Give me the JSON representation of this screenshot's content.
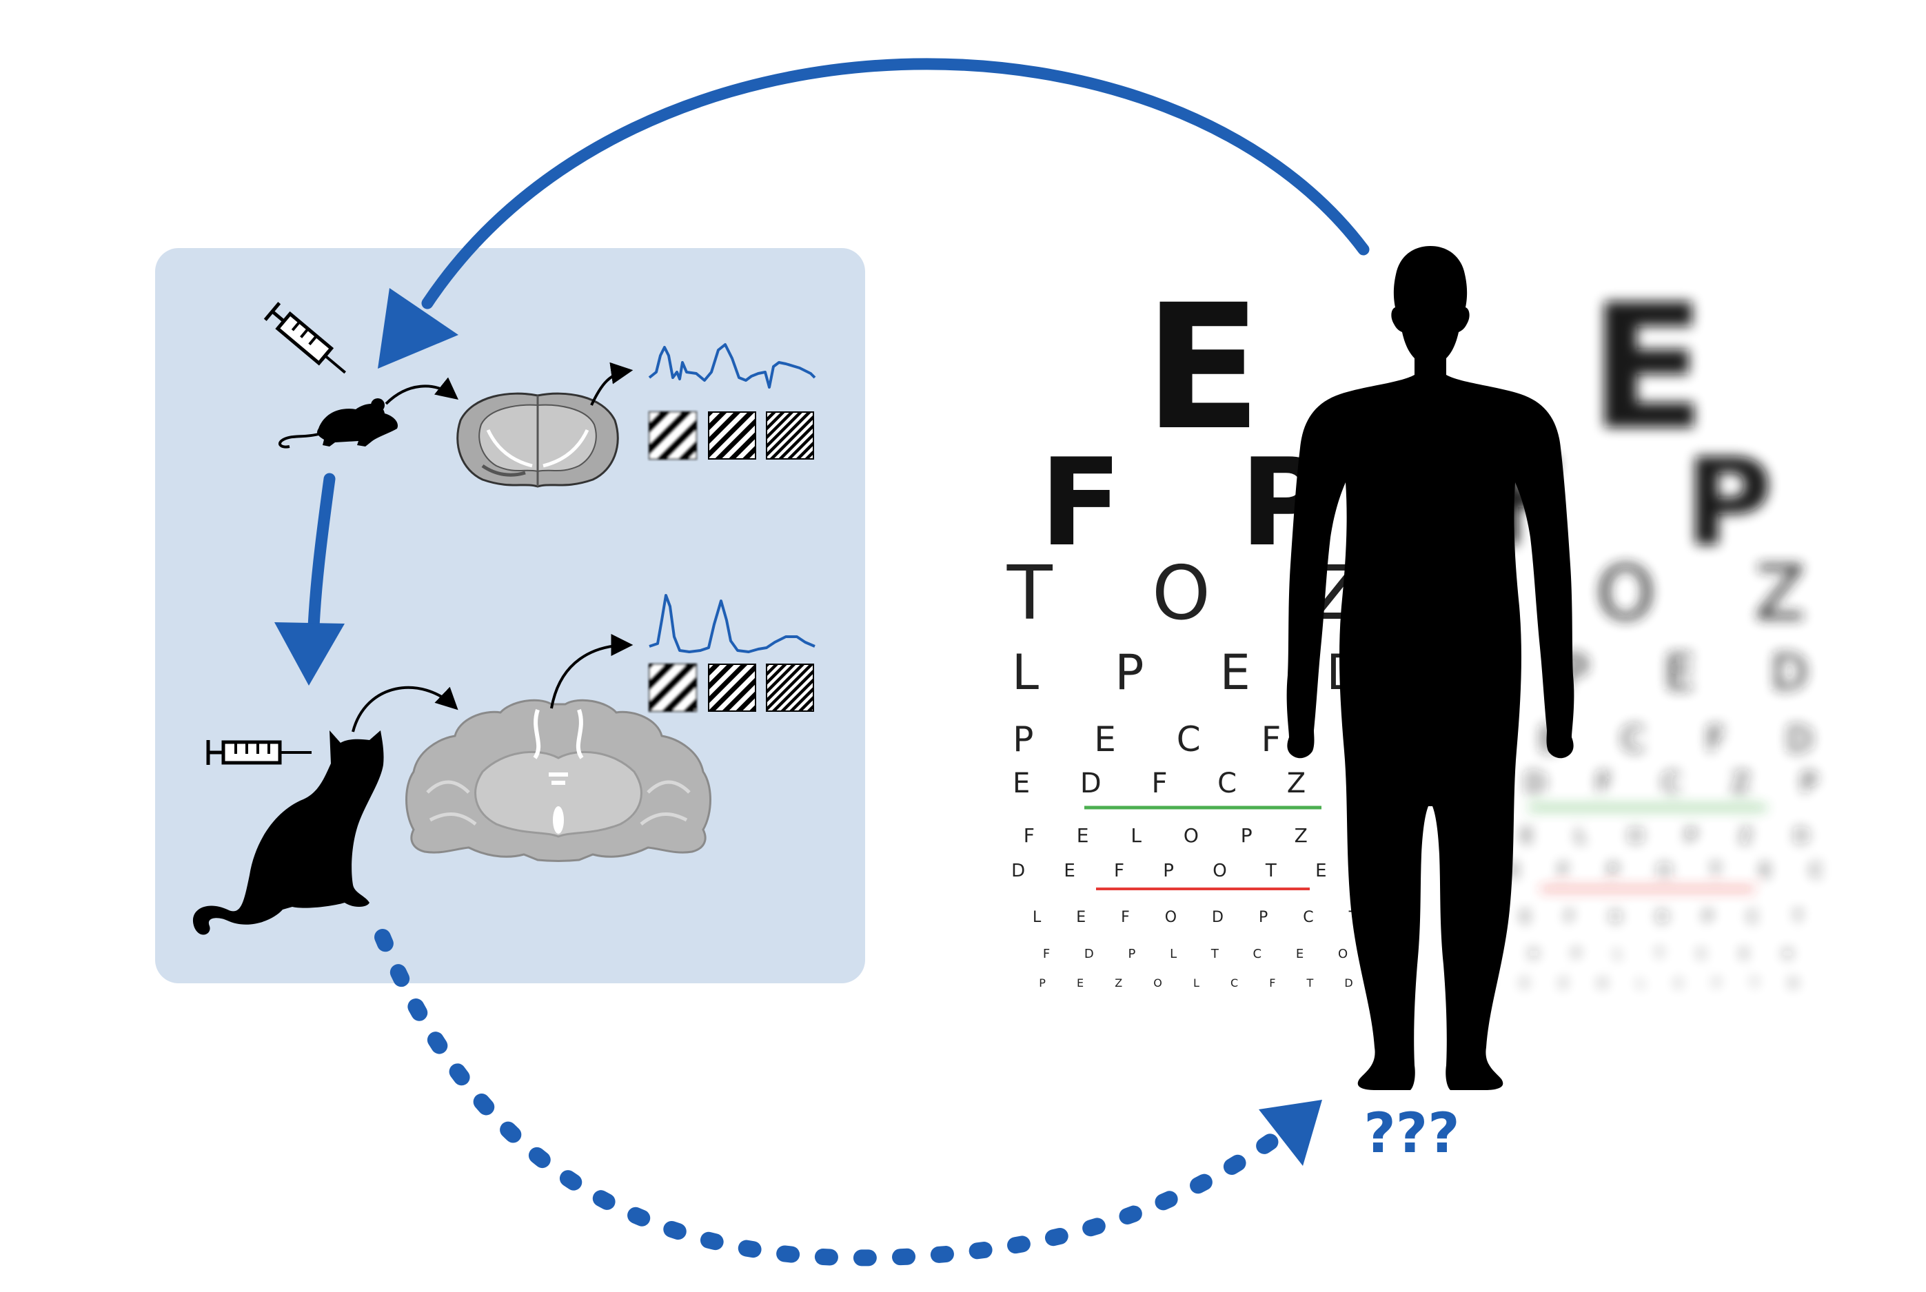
{
  "colors": {
    "accent": "#1f5fb4",
    "panel": "#d2dfee",
    "silhouette": "#000000",
    "green_line": "#4caf50",
    "red_line": "#e53935"
  },
  "eye_chart": {
    "rows": [
      "E",
      "F P",
      "T O Z",
      "L P E D",
      "P E C F D",
      "E D F C Z P",
      "F E L O P Z D",
      "D E F P O T E C",
      "L E F O D P C T",
      "F D P L T C E O",
      "P E Z O L C F T D"
    ]
  },
  "question_label": "???",
  "icons": [
    "syringe-icon",
    "mouse-icon",
    "mouse-brain-slice-icon",
    "cat-icon",
    "cat-brain-slice-icon",
    "human-silhouette-icon",
    "grating-icon",
    "neural-response-trace-icon"
  ]
}
